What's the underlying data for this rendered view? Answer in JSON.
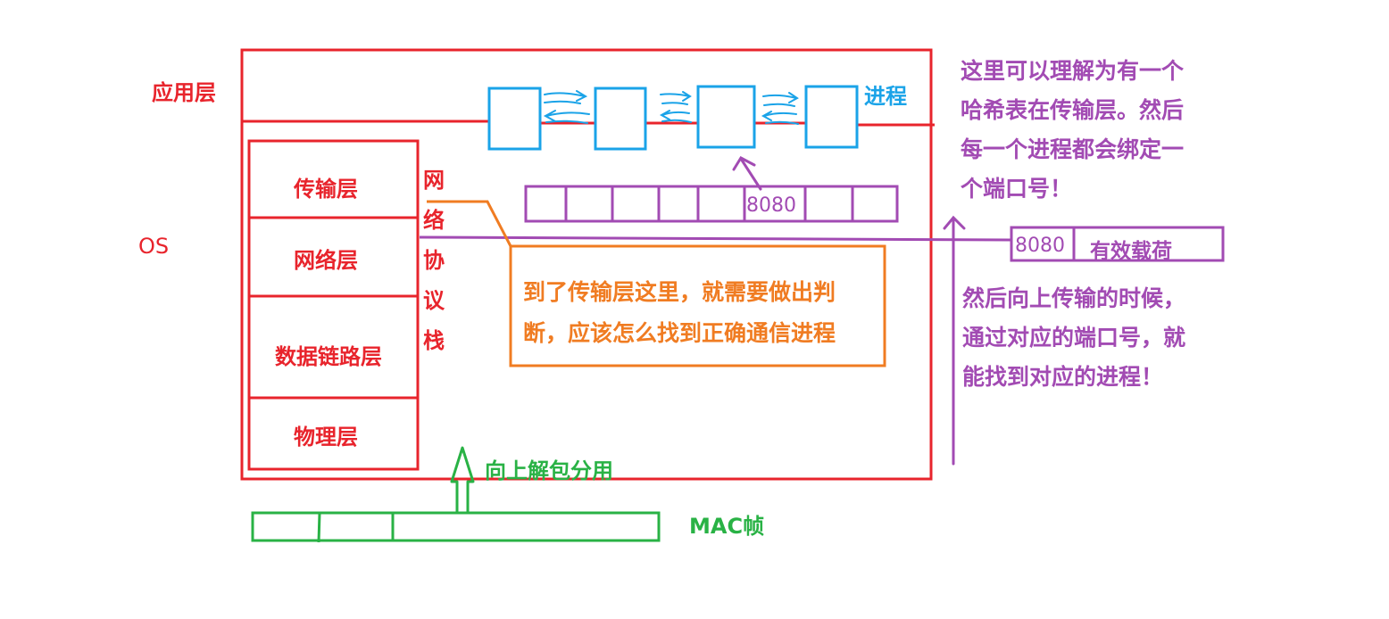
{
  "labels": {
    "app_layer": "应用层",
    "os": "OS",
    "process": "进程",
    "stack_chars": [
      "网",
      "络",
      "协",
      "议",
      "栈"
    ],
    "port_8080": "8080",
    "packet_port": "8080",
    "payload": "有效载荷",
    "decapsulate": "向上解包分用",
    "mac_frame": "MAC帧"
  },
  "layers": [
    "传输层",
    "网络层",
    "数据链路层",
    "物理层"
  ],
  "notes": {
    "hash_table": [
      "这里可以理解为有一个",
      "哈希表在传输层。然后",
      "每一个进程都会绑定一",
      "个端口号！"
    ],
    "transport_judgement": [
      "到了传输层这里，就需要做出判",
      "断，应该怎么找到正确通信进程"
    ],
    "upward": [
      "然后向上传输的时候，",
      "通过对应的端口号，就",
      "能找到对应的进程！"
    ]
  },
  "colors": {
    "red": "#e8242c",
    "blue": "#1aa3e8",
    "purple": "#a24bb3",
    "orange": "#f07c22",
    "green": "#29b245"
  }
}
